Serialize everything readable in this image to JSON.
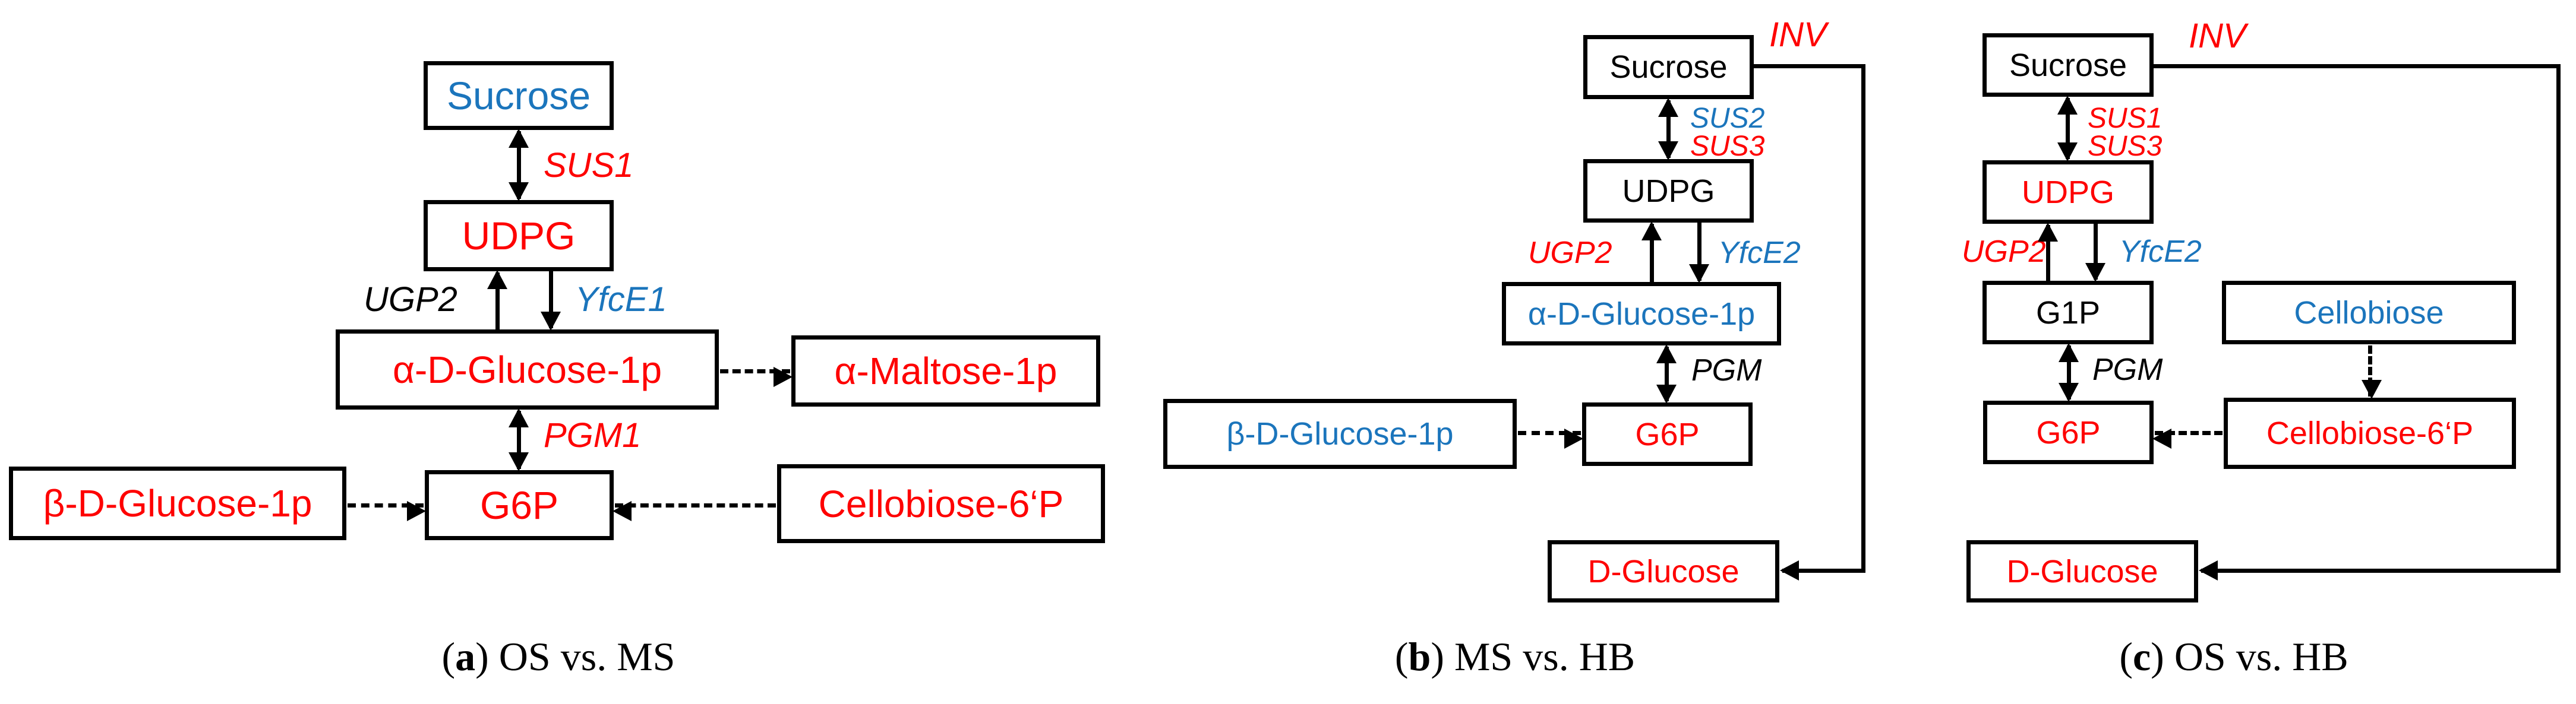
{
  "figure": {
    "type": "metabolic-pathway-comparison",
    "colors": {
      "red": "#FE0000",
      "blue": "#1B75BC",
      "black": "#000000"
    }
  },
  "panels": {
    "a": {
      "nodes": {
        "sucrose": "Sucrose",
        "udpg": "UDPG",
        "alpha_glucose_1p": "α-D-Glucose-1p",
        "alpha_maltose_1p": "α-Maltose-1p",
        "g6p": "G6P",
        "beta_glucose_1p": "β-D-Glucose-1p",
        "cellobiose_6p": "Cellobiose-6‘P"
      },
      "enzymes": {
        "sus1": "SUS1",
        "ugp2": "UGP2",
        "yfce1": "YfcE1",
        "pgm1": "PGM1"
      },
      "caption": {
        "open": "(",
        "letter": "a",
        "rest": ") OS vs. MS"
      }
    },
    "b": {
      "nodes": {
        "sucrose": "Sucrose",
        "udpg": "UDPG",
        "alpha_glucose_1p": "α-D-Glucose-1p",
        "g6p": "G6P",
        "beta_glucose_1p": "β-D-Glucose-1p",
        "d_glucose": "D-Glucose"
      },
      "enzymes": {
        "inv": "INV",
        "sus2": "SUS2",
        "sus3": "SUS3",
        "ugp2": "UGP2",
        "yfce2": "YfcE2",
        "pgm": "PGM"
      },
      "caption": {
        "open": "(",
        "letter": "b",
        "rest": ") MS vs. HB"
      }
    },
    "c": {
      "nodes": {
        "sucrose": "Sucrose",
        "udpg": "UDPG",
        "g1p": "G1P",
        "g6p": "G6P",
        "cellobiose": "Cellobiose",
        "cellobiose_6p": "Cellobiose-6‘P",
        "d_glucose": "D-Glucose"
      },
      "enzymes": {
        "inv": "INV",
        "sus1": "SUS1",
        "sus3": "SUS3",
        "ugp2": "UGP2",
        "yfce2": "YfcE2",
        "pgm": "PGM"
      },
      "caption": {
        "open": "(",
        "letter": "c",
        "rest": ") OS vs. HB"
      }
    }
  }
}
